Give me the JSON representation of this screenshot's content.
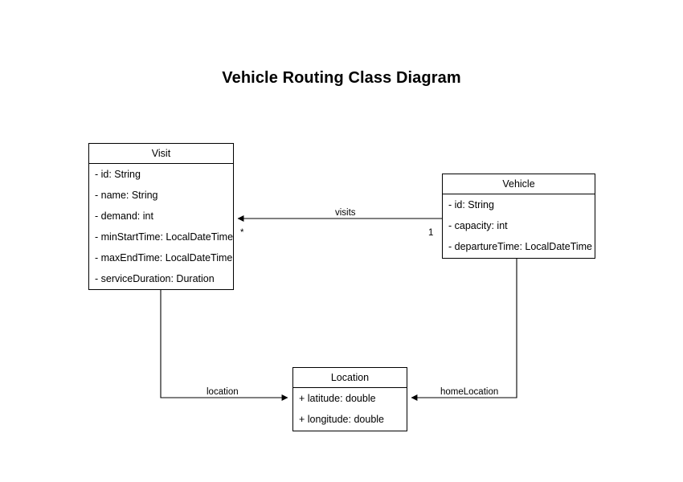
{
  "diagram": {
    "title": "Vehicle Routing Class Diagram",
    "type": "uml-class-diagram",
    "background_color": "#ffffff",
    "line_color": "#000000",
    "text_color": "#000000"
  },
  "classes": [
    {
      "name": "Visit",
      "attributes": [
        "- id: String",
        "- name: String",
        "- demand: int",
        "- minStartTime: LocalDateTime",
        "- maxEndTime: LocalDateTime",
        "- serviceDuration: Duration"
      ]
    },
    {
      "name": "Vehicle",
      "attributes": [
        "- id: String",
        "- capacity: int",
        "- departureTime: LocalDateTime"
      ]
    },
    {
      "name": "Location",
      "attributes": [
        "+ latitude: double",
        "+ longitude: double"
      ]
    }
  ],
  "relationships": [
    {
      "label": "visits",
      "source": "Vehicle",
      "target": "Visit",
      "source_multiplicity": "1",
      "target_multiplicity": "*"
    },
    {
      "label": "location",
      "source": "Visit",
      "target": "Location",
      "source_multiplicity": "",
      "target_multiplicity": ""
    },
    {
      "label": "homeLocation",
      "source": "Vehicle",
      "target": "Location",
      "source_multiplicity": "",
      "target_multiplicity": ""
    }
  ]
}
